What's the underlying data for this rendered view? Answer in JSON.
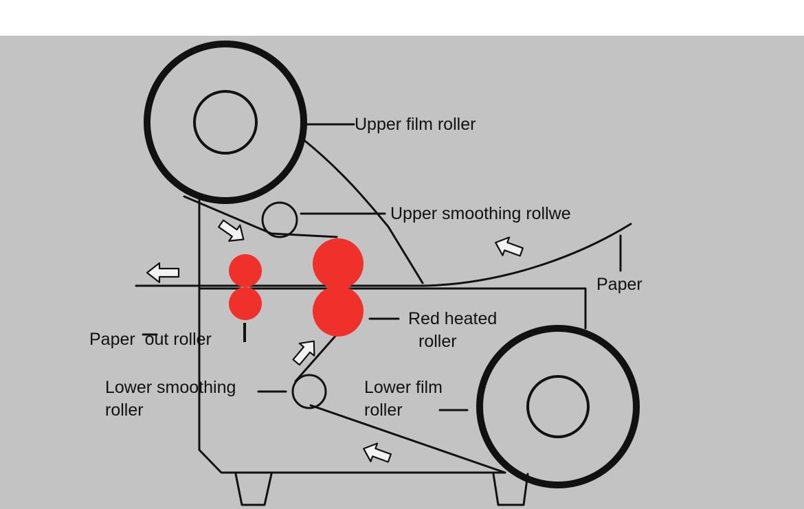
{
  "diagram": {
    "colors": {
      "background": "#c3c3c3",
      "line": "#111111",
      "heated_roller": "#f0302a",
      "arrow_outline": "#111111",
      "arrow_fill": "#f2f2f2"
    },
    "labels": {
      "upper_film_roller": "Upper film roller",
      "upper_smoothing_roller": "Upper smoothing rollwe",
      "paper": "Paper",
      "red_heated_roller_line1": "Red heated",
      "red_heated_roller_line2": "roller",
      "paper_out_roller": "Paper  out roller",
      "lower_smoothing_roller_line1": "Lower smoothing",
      "lower_smoothing_roller_line2": "roller",
      "lower_film_roller_line1": "Lower film",
      "lower_film_roller_line2": "roller"
    },
    "icons": [
      "arrow-icon"
    ]
  }
}
